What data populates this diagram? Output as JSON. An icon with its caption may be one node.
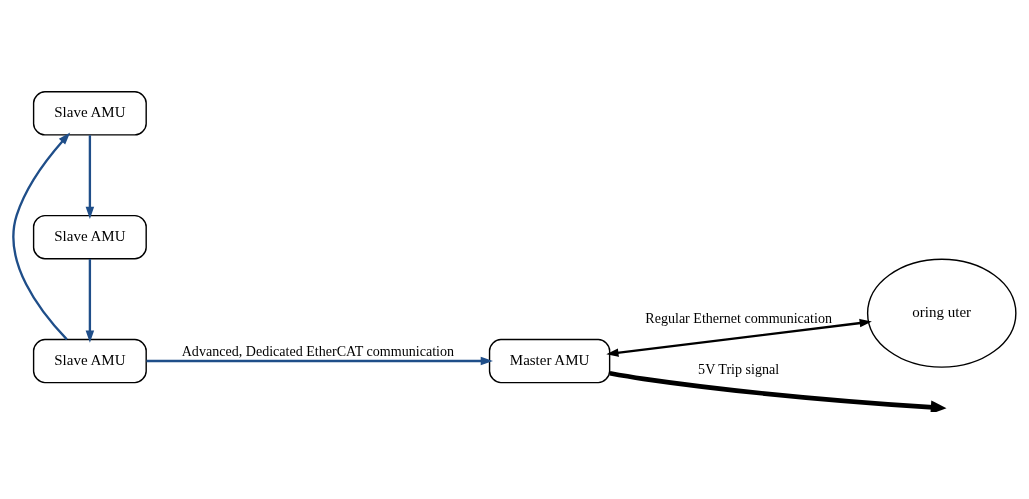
{
  "diagram": {
    "nodes": [
      {
        "text": [
          "Slave AMU"
        ]
      },
      {
        "text": [
          "Slave AMU"
        ]
      },
      {
        "text": [
          "Slave AMU"
        ]
      },
      {
        "text": [
          "Master AMU"
        ]
      },
      {
        "text": [
          "oring uter"
        ]
      }
    ],
    "edges": [
      {
        "from": 0,
        "to": 1,
        "arrow": "to"
      },
      {
        "from": 1,
        "to": 2,
        "arrow": "to"
      },
      {
        "from": 2,
        "to": 0,
        "arrow": "to"
      },
      {
        "from": 2,
        "to": 3,
        "arrow": "to",
        "label": "Advanced, Dedicated EtherCAT communication"
      },
      {
        "from": 3,
        "to": null,
        "arrow": "to",
        "label": "5V Trip signal",
        "style": "thick",
        "color": "#000000"
      },
      {
        "from": 3,
        "to": 4,
        "arrow": "both",
        "label": "Regular Ethernet communication",
        "color": "#000000"
      }
    ]
  }
}
